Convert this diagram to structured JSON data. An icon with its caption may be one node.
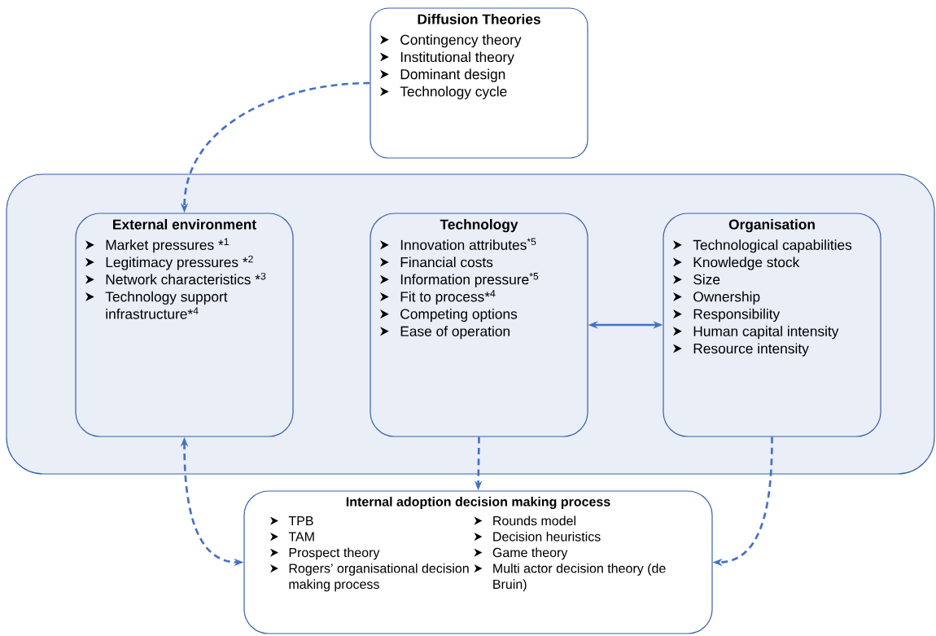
{
  "diagram": {
    "nodes": [
      {
        "text": [
          "Diffusion Theories",
          "Contingency theory",
          "Institutional theory",
          "Dominant design",
          "Technology cycle"
        ]
      },
      {
        "text": [],
        "shape": "box"
      },
      {
        "text": [
          "External environment",
          "Market pressures *$^{1}$",
          "Legitimacy pressures *$^{2}$",
          "Network characteristics *$^{3}$",
          "Technology support infrastructure*$^{4}$"
        ],
        "in": 1
      },
      {
        "text": [
          "Technology",
          "Innovation attributes$^{*5}$",
          "Financial costs",
          "Information pressure$^{*5}$",
          "Fit to process*$^{4}$",
          "Competing options",
          "Ease of operation"
        ],
        "in": 1
      },
      {
        "text": [
          "Organisation",
          "Technological capabilities",
          "Knowledge stock",
          "Size",
          "Ownership",
          "Responsibility",
          "Human capital intensity",
          "Resource intensity"
        ],
        "in": 1
      },
      {
        "text": [
          "Internal adoption decision making process",
          "TPB",
          "TAM",
          "Prospect theory",
          "Rogers’ organisational decision making process",
          "Rounds model",
          "Decision heuristics",
          "Game theory",
          "Multi actor decision theory (de Bruin)"
        ]
      }
    ],
    "edges": [
      {
        "from": 0,
        "to": 2,
        "arrow": "to",
        "style": "dashed"
      },
      {
        "from": 2,
        "to": 5,
        "arrow": "both",
        "style": "dashed"
      },
      {
        "from": 3,
        "to": 5,
        "arrow": "to",
        "style": "dashed"
      },
      {
        "from": 4,
        "to": 5,
        "arrow": "to",
        "style": "dashed"
      },
      {
        "from": 3,
        "to": 4,
        "arrow": "both"
      }
    ]
  }
}
